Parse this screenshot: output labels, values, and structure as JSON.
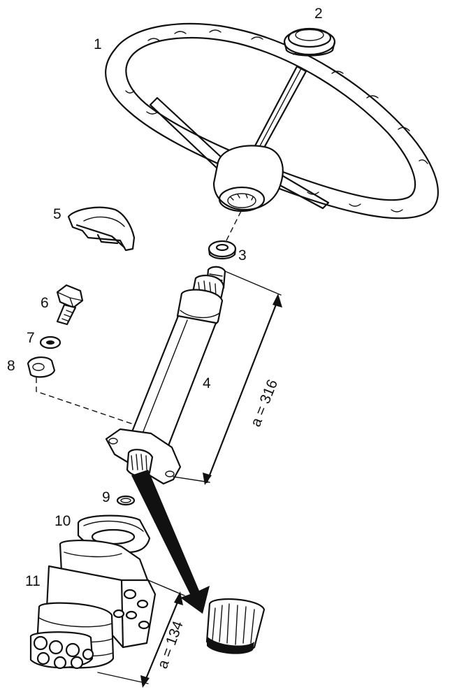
{
  "callouts": {
    "c1": "1",
    "c2": "2",
    "c3": "3",
    "c4": "4",
    "c5": "5",
    "c6": "6",
    "c7": "7",
    "c8": "8",
    "c9": "9",
    "c10": "10",
    "c11": "11"
  },
  "dimensions": {
    "column_length": "a = 316",
    "unit_height": "a = 134"
  }
}
